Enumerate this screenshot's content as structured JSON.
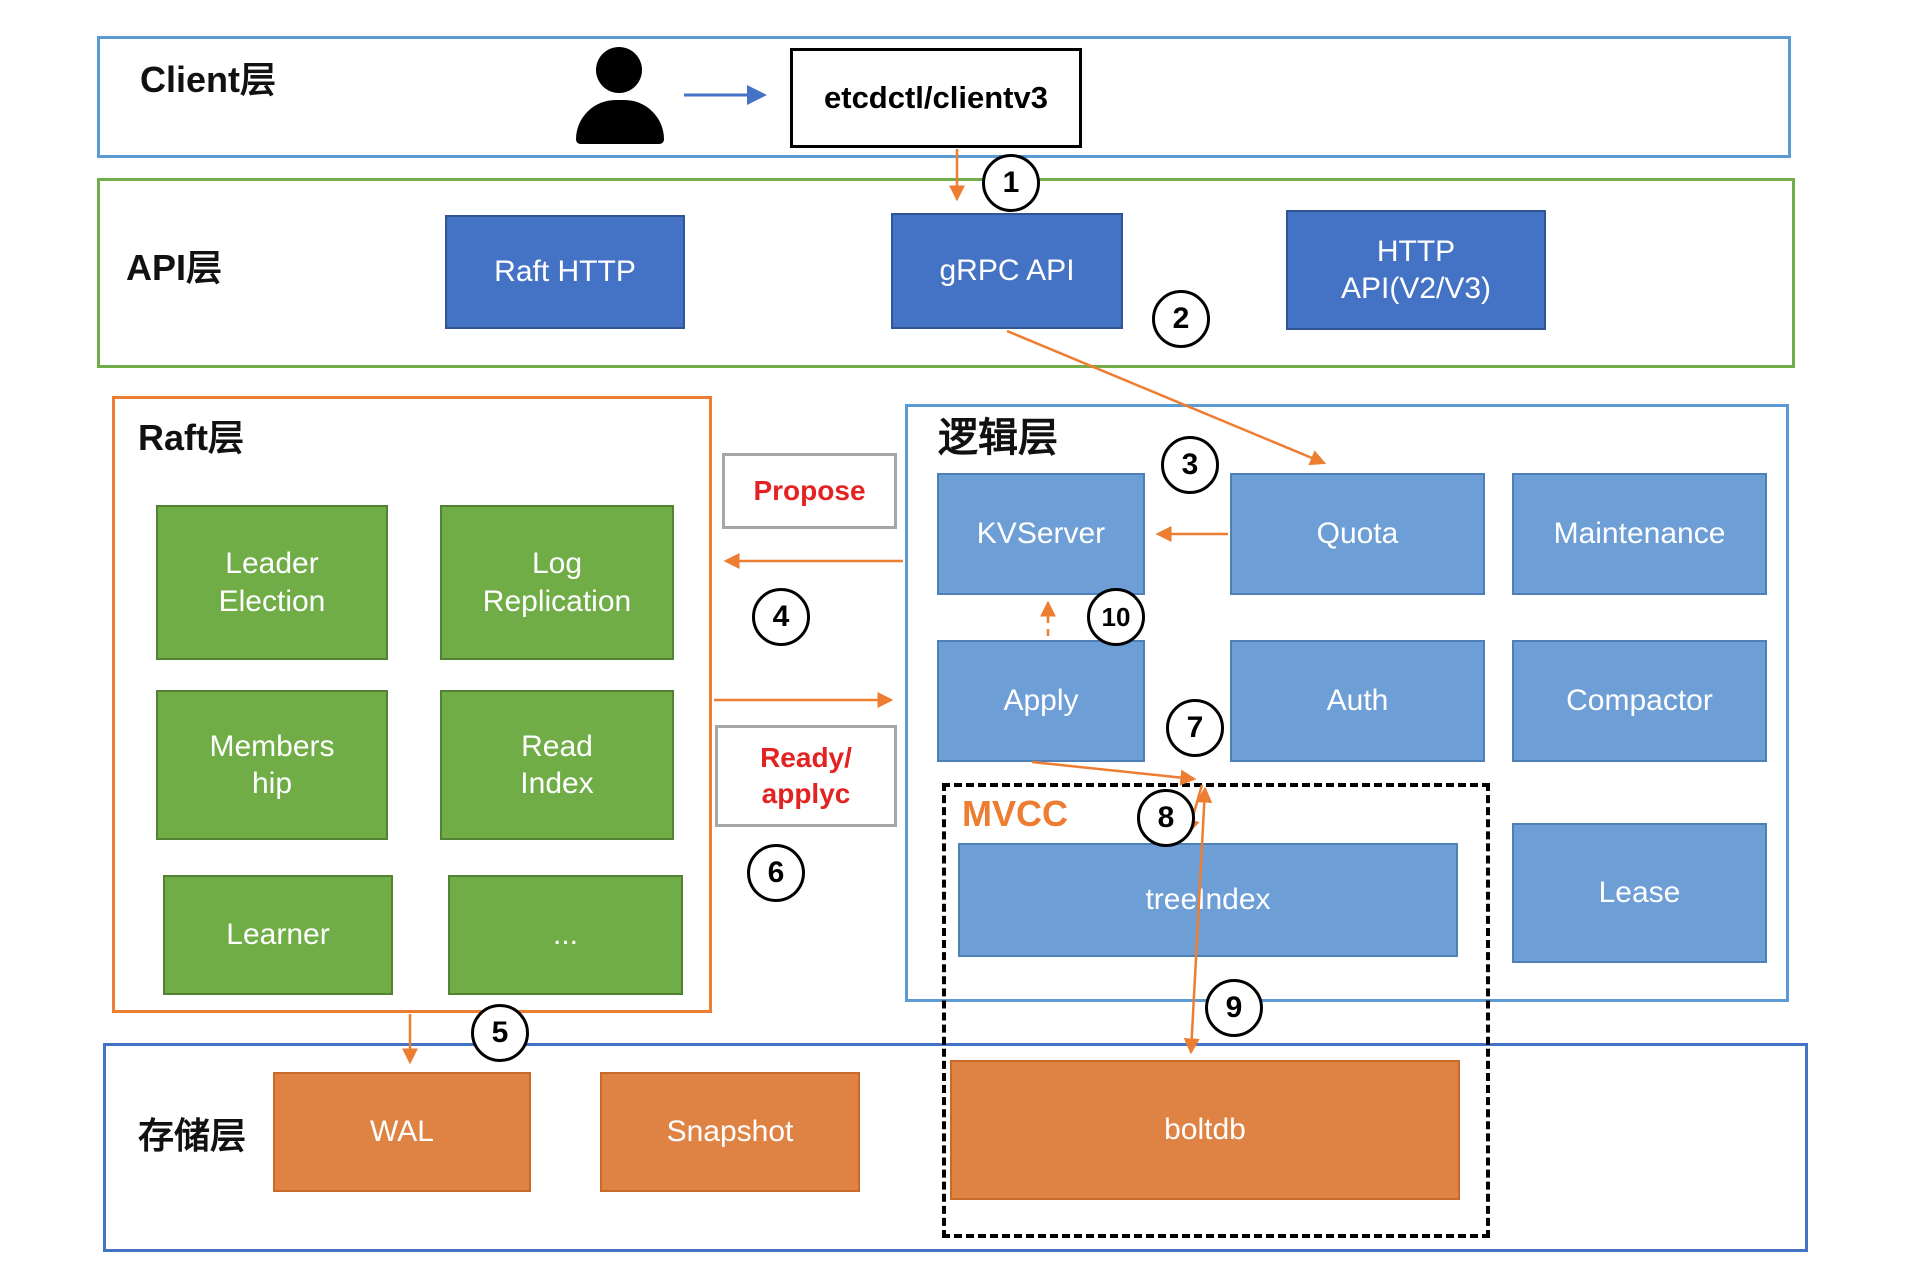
{
  "layers": {
    "client": {
      "label": "Client层",
      "etcdctl_box": "etcdctl/clientv3"
    },
    "api": {
      "label": "API层",
      "raft_http": "Raft HTTP",
      "grpc_api": "gRPC API",
      "http_api": "HTTP\nAPI(V2/V3)"
    },
    "raft": {
      "label": "Raft层",
      "leader_election": "Leader\nElection",
      "log_replication": "Log\nReplication",
      "membership": "Members\nhip",
      "read_index": "Read\nIndex",
      "learner": "Learner",
      "ellipsis": "..."
    },
    "logic": {
      "label": "逻辑层",
      "kvserver": "KVServer",
      "quota": "Quota",
      "maintenance": "Maintenance",
      "apply": "Apply",
      "auth": "Auth",
      "compactor": "Compactor",
      "mvcc_label": "MVCC",
      "tree_index": "treeIndex",
      "lease": "Lease"
    },
    "storage": {
      "label": "存储层",
      "wal": "WAL",
      "snapshot": "Snapshot",
      "boltdb": "boltdb"
    }
  },
  "channel_labels": {
    "propose": "Propose",
    "ready_applyc": "Ready/\napplyc"
  },
  "steps": [
    "1",
    "2",
    "3",
    "4",
    "5",
    "6",
    "7",
    "8",
    "9",
    "10"
  ],
  "colors": {
    "orange": "#ED7D31",
    "orange_fill": "#DF8344",
    "green": "#70AD47",
    "blue_dark": "#4472C4",
    "blue_light": "#6D9ED6",
    "layer_blue": "#5B9BD5",
    "red": "#E32222",
    "gray_border": "#A6A6A6"
  }
}
